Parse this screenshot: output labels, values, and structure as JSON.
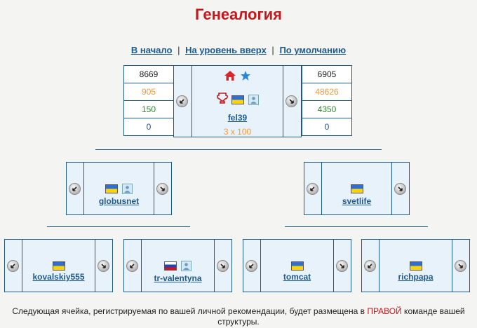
{
  "title": "Генеалогия",
  "nav": {
    "start": "В начало",
    "sep1": "|",
    "up": "На уровень вверх",
    "sep2": "|",
    "default": "По умолчанию"
  },
  "root": {
    "left_stats": [
      "8669",
      "905",
      "150",
      "0"
    ],
    "right_stats": [
      "6905",
      "48626",
      "4350",
      "0"
    ],
    "username": "fel39",
    "info": "3 x 100",
    "flag": "ua-flag",
    "icons": [
      "home-icon",
      "star-icon",
      "trophy-icon",
      "flag-ua-icon",
      "person-icon"
    ]
  },
  "level1": [
    {
      "username": "globusnet",
      "flag": "ua",
      "has_person": true
    },
    {
      "username": "svetlife",
      "flag": "ua",
      "has_person": false
    }
  ],
  "level2": [
    {
      "username": "kovalskiy555",
      "flag": "ua",
      "has_person": false
    },
    {
      "username": "tr-valentyna",
      "flag": "ru",
      "has_person": true
    },
    {
      "username": "tomcat",
      "flag": "ua",
      "has_person": false
    },
    {
      "username": "richpapa",
      "flag": "ua",
      "has_person": false
    }
  ],
  "footer": {
    "before": "Следующая ячейка, регистрируемая по вашей личной рекомендации, будет размещена в ",
    "highlight": "ПРАВОЙ",
    "after": " команде вашей структуры."
  },
  "colors": {
    "title": "#c8171c",
    "link": "#1e5a8e",
    "border": "#1d5a86",
    "card_bg": "#e8f2fb"
  }
}
